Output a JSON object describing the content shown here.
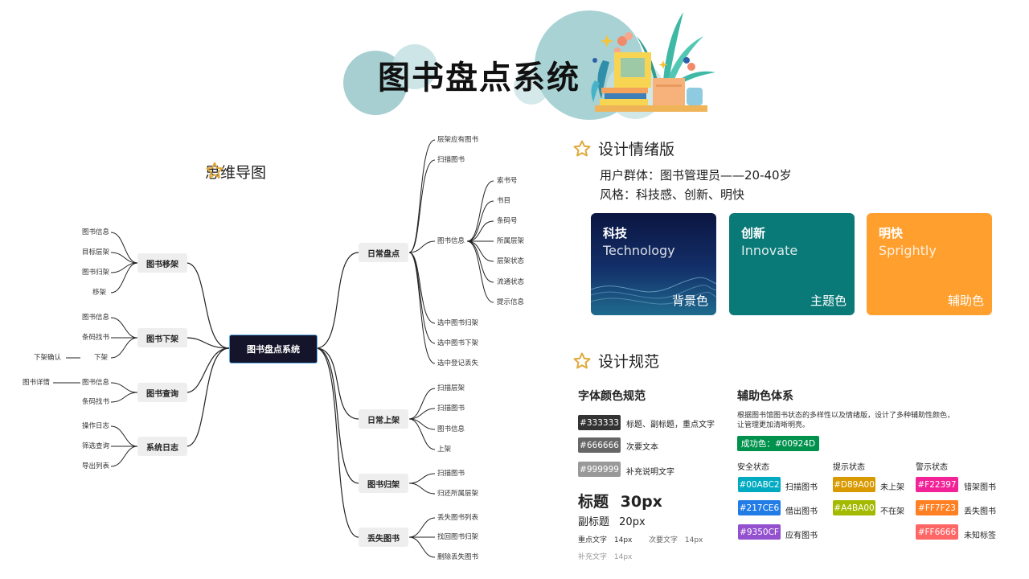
{
  "header": {
    "title": "图书盘点系统"
  },
  "mindmap": {
    "heading": "思维导图",
    "root": "图书盘点系统",
    "left": [
      {
        "label": "图书移架",
        "leaves": [
          "图书信息",
          "目标层架",
          "图书归架",
          "移架"
        ]
      },
      {
        "label": "图书下架",
        "leaves": [
          "图书信息",
          "条码找书",
          "下架"
        ],
        "extra": "下架确认"
      },
      {
        "label": "图书查询",
        "leaves": [
          "图书信息",
          "条码找书"
        ],
        "extra": "图书详情"
      },
      {
        "label": "系统日志",
        "leaves": [
          "操作日志",
          "筛选查询",
          "导出列表"
        ]
      }
    ],
    "right": [
      {
        "label": "日常盘点",
        "leaves_top": [
          "层架应有图书",
          "扫描图书"
        ],
        "sub": {
          "label": "图书信息",
          "leaves": [
            "索书号",
            "书目",
            "条码号",
            "所属层架",
            "层架状态",
            "流通状态",
            "提示信息"
          ]
        },
        "leaves_bottom": [
          "选中图书归架",
          "选中图书下架",
          "选中登记丢失"
        ]
      },
      {
        "label": "日常上架",
        "leaves": [
          "扫描层架",
          "扫描图书",
          "图书信息",
          "上架"
        ]
      },
      {
        "label": "图书归架",
        "leaves": [
          "扫描图书",
          "归还所属层架"
        ]
      },
      {
        "label": "丢失图书",
        "leaves": [
          "丢失图书列表",
          "找回图书归架",
          "删除丢失图书"
        ]
      }
    ]
  },
  "mood": {
    "heading": "设计情绪版",
    "audience": "用户群体：图书管理员——20-40岁",
    "style": "风格：科技感、创新、明快",
    "cards": [
      {
        "title": "科技",
        "en": "Technology",
        "tag": "背景色",
        "color": "#0d1a4a"
      },
      {
        "title": "创新",
        "en": "Innovate",
        "tag": "主题色",
        "color": "#0a7a78"
      },
      {
        "title": "明快",
        "en": "Sprightly",
        "tag": "辅助色",
        "color": "#ff9f2e"
      }
    ]
  },
  "spec": {
    "heading": "设计规范",
    "font_colors": {
      "title": "字体颜色规范",
      "items": [
        {
          "hex": "#333333",
          "desc": "标题、副标题，重点文字",
          "color": "#333333"
        },
        {
          "hex": "#666666",
          "desc": "次要文本",
          "color": "#666666"
        },
        {
          "hex": "#999999",
          "desc": "补充说明文字",
          "color": "#999999"
        }
      ],
      "sizes": {
        "title": "标题",
        "title_size": "30px",
        "subtitle": "副标题",
        "subtitle_size": "20px",
        "key": "重点文字",
        "key_size": "14px",
        "minor": "次要文字",
        "minor_size": "14px",
        "extra": "补充文字",
        "extra_size": "14px"
      }
    },
    "aux": {
      "title": "辅助色体系",
      "desc1": "根据图书馆图书状态的多样性以及情绪版，设计了多种辅助性颜色，",
      "desc2": "让管理更加清晰明亮。",
      "success": {
        "label": "成功色：#00924D",
        "color": "#00924D"
      },
      "groups": [
        {
          "title": "安全状态",
          "items": [
            {
              "hex": "#00ABC2",
              "label": "扫描图书",
              "color": "#00ABC2"
            },
            {
              "hex": "#217CE6",
              "label": "借出图书",
              "color": "#217CE6"
            },
            {
              "hex": "#9350CF",
              "label": "应有图书",
              "color": "#9350CF"
            }
          ]
        },
        {
          "title": "提示状态",
          "items": [
            {
              "hex": "#D89A00",
              "label": "未上架",
              "color": "#D89A00"
            },
            {
              "hex": "#A4BA00",
              "label": "不在架",
              "color": "#A4BA00"
            }
          ]
        },
        {
          "title": "警示状态",
          "items": [
            {
              "hex": "#F22397",
              "label": "错架图书",
              "color": "#F22397"
            },
            {
              "hex": "#FF7F23",
              "label": "丢失图书",
              "color": "#FF7F23"
            },
            {
              "hex": "#FF6666",
              "label": "未知标签",
              "color": "#FF6666"
            }
          ]
        }
      ]
    }
  }
}
